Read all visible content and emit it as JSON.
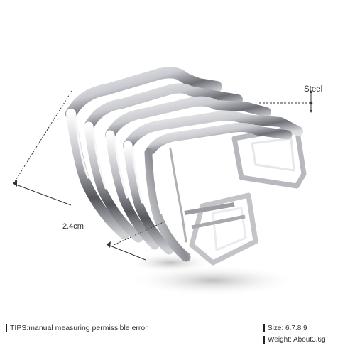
{
  "annotations": {
    "material_label": "Steel",
    "dimension_label": "2.4cm"
  },
  "footer": {
    "tips": "TIPS:manual measuring permissible error",
    "size": "Size: 6.7.8.9",
    "weight": "Weight: About3.6g"
  },
  "colors": {
    "background": "#ffffff",
    "metal_light": "#f4f4f6",
    "metal_dark": "#4a4a50",
    "shadow": "#9a9a9a",
    "text": "#333333"
  }
}
